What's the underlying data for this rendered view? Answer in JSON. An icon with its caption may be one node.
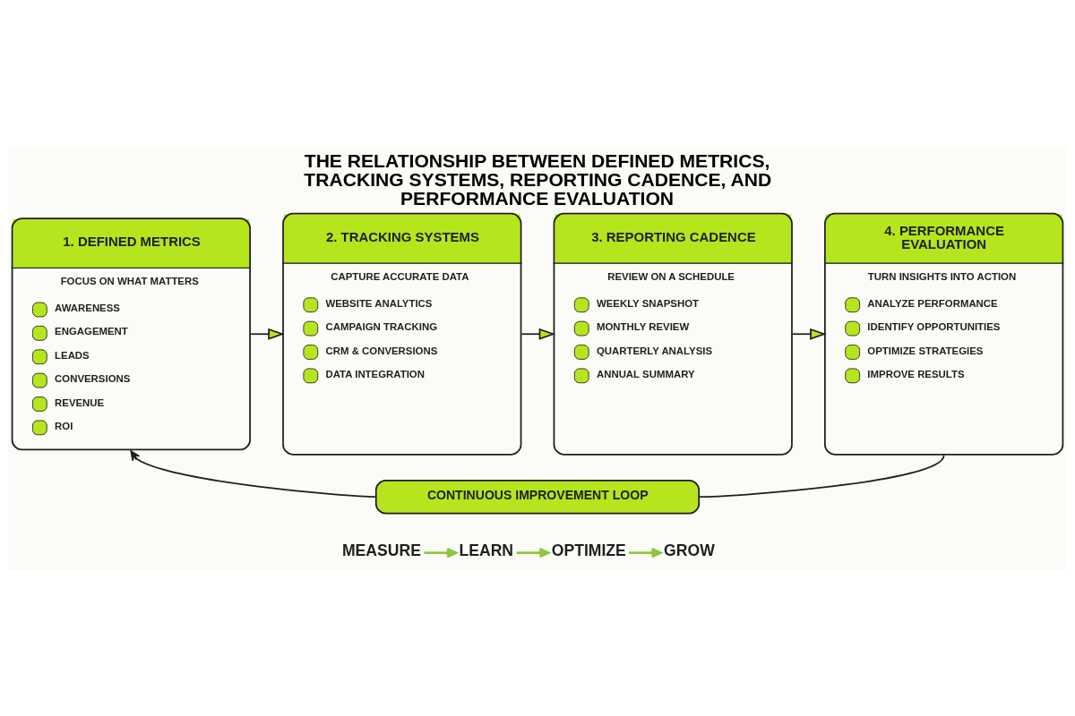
{
  "diagram": {
    "title": "THE RELATIONSHIP BETWEEN DEFINED METRICS, TRACKING SYSTEMS, REPORTING CADENCE, AND PERFORMANCE EVALUATION",
    "nodes": [
      {
        "text": [
          "1. DEFINED METRICS",
          "FOCUS ON WHAT MATTERS",
          "AWARENESS",
          "ENGAGEMENT",
          "LEADS",
          "CONVERSIONS",
          "REVENUE",
          "ROI"
        ]
      },
      {
        "text": [
          "2. TRACKING SYSTEMS",
          "CAPTURE ACCURATE DATA",
          "WEBSITE ANALYTICS",
          "CAMPAIGN TRACKING",
          "CRM & CONVERSIONS",
          "DATA INTEGRATION"
        ]
      },
      {
        "text": [
          "3. REPORTING CADENCE",
          "REVIEW ON A SCHEDULE",
          "WEEKLY SNAPSHOT",
          "MONTHLY REVIEW",
          "QUARTERLY ANALYSIS",
          "ANNUAL SUMMARY"
        ]
      },
      {
        "text": [
          "4. PERFORMANCE EVALUATION",
          "TURN INSIGHTS INTO ACTION",
          "ANALYZE PERFORMANCE",
          "IDENTIFY OPPORTUNITIES",
          "OPTIMIZE STRATEGIES",
          "IMPROVE RESULTS"
        ]
      },
      {
        "text": [
          "CONTINUOUS IMPROVEMENT LOOP"
        ]
      },
      {
        "text": [
          "MEASURE"
        ]
      },
      {
        "text": [
          "LEARN"
        ]
      },
      {
        "text": [
          "OPTIMIZE"
        ]
      },
      {
        "text": [
          "GROW"
        ]
      }
    ],
    "edges": [
      {
        "from": 0,
        "to": 1,
        "arrow": "to"
      },
      {
        "from": 1,
        "to": 2,
        "arrow": "to"
      },
      {
        "from": 2,
        "to": 3,
        "arrow": "to"
      },
      {
        "from": 3,
        "to": 4,
        "arrow": "none"
      },
      {
        "from": 4,
        "to": 0,
        "arrow": "to"
      },
      {
        "from": 5,
        "to": 6,
        "arrow": "to",
        "color": "#8dc63f"
      },
      {
        "from": 6,
        "to": 7,
        "arrow": "to",
        "color": "#8dc63f"
      },
      {
        "from": 7,
        "to": 8,
        "arrow": "to",
        "color": "#8dc63f"
      }
    ]
  }
}
